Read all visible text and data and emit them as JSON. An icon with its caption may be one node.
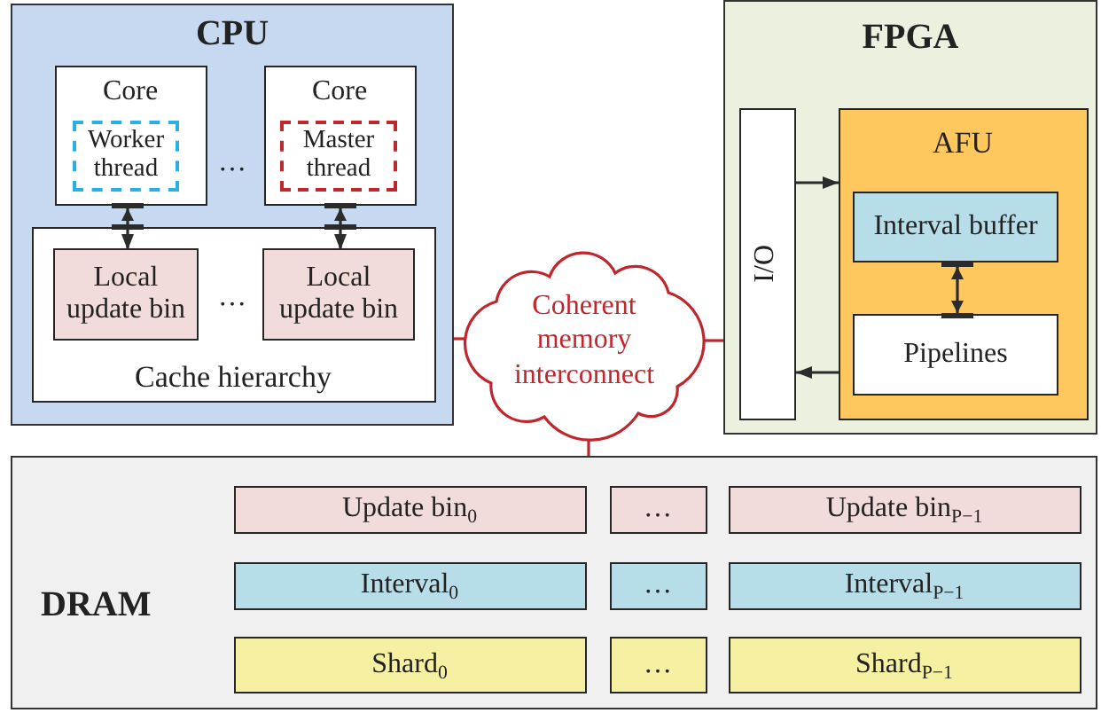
{
  "diagram": {
    "nodes": [
      {
        "text": [
          "CPU"
        ]
      },
      {
        "text": [
          "Core"
        ],
        "in": 0
      },
      {
        "text": [
          "Worker thread"
        ],
        "in": 1
      },
      {
        "text": [
          "Core"
        ],
        "in": 0
      },
      {
        "text": [
          "Master thread"
        ],
        "in": 3
      },
      {
        "text": [
          "Cache hierarchy"
        ],
        "in": 0
      },
      {
        "text": [
          "Local update bin"
        ],
        "in": 5
      },
      {
        "text": [
          "Local update bin"
        ],
        "in": 5
      },
      {
        "text": [
          "Coherent memory interconnect"
        ]
      },
      {
        "text": [
          "FPGA"
        ]
      },
      {
        "text": [
          "I/O"
        ],
        "in": 9
      },
      {
        "text": [
          "AFU"
        ],
        "in": 9
      },
      {
        "text": [
          "Interval buffer"
        ],
        "in": 11
      },
      {
        "text": [
          "Pipelines"
        ],
        "in": 11
      },
      {
        "text": [
          "DRAM"
        ]
      },
      {
        "text": [
          "Update bin$_{0}$"
        ],
        "in": 14
      },
      {
        "text": [
          "…"
        ],
        "in": 14
      },
      {
        "text": [
          "Update bin$_{P−1}$"
        ],
        "in": 14
      },
      {
        "text": [
          "Interval$_{0}$"
        ],
        "in": 14
      },
      {
        "text": [
          "…"
        ],
        "in": 14
      },
      {
        "text": [
          "Interval$_{P−1}$"
        ],
        "in": 14
      },
      {
        "text": [
          "Shard$_{0}$"
        ],
        "in": 14
      },
      {
        "text": [
          "…"
        ],
        "in": 14
      },
      {
        "text": [
          "Shard$_{P−1}$"
        ],
        "in": 14
      }
    ],
    "edges": [
      {
        "from": 1,
        "to": 6,
        "arrow": "both"
      },
      {
        "from": 3,
        "to": 7,
        "arrow": "both"
      },
      {
        "from": 0,
        "to": 8,
        "arrow": "none",
        "color": "#c0272d"
      },
      {
        "from": 8,
        "to": 9,
        "arrow": "none",
        "color": "#c0272d"
      },
      {
        "from": 8,
        "to": 14,
        "arrow": "none",
        "color": "#c0272d"
      },
      {
        "from": 10,
        "to": 11,
        "arrow": "to"
      },
      {
        "from": 11,
        "to": 10,
        "arrow": "to"
      },
      {
        "from": 12,
        "to": 13,
        "arrow": "both"
      }
    ],
    "labels": [
      "…",
      "…"
    ]
  }
}
